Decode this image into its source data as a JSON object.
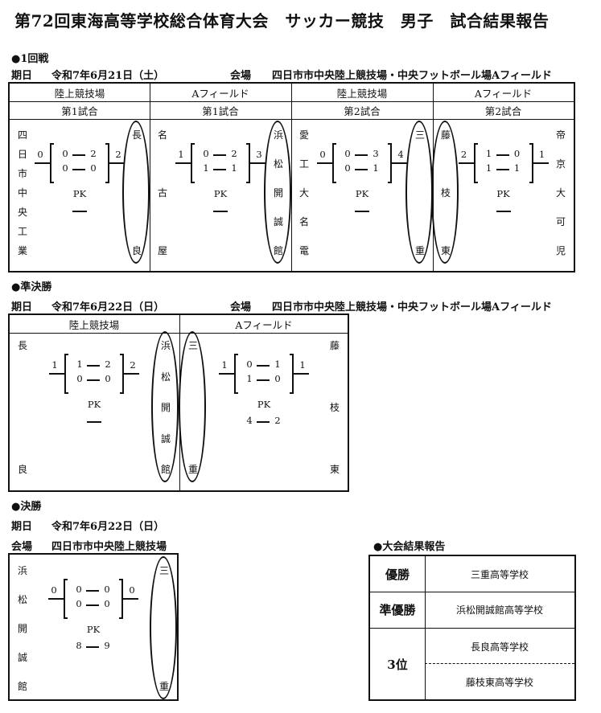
{
  "title": "第72回東海高等学校総合体育大会　サッカー競技　男子　試合結果報告",
  "round1": {
    "heading": "●1回戦",
    "date_label": "期日",
    "date": "令和7年6月21日（土）",
    "venue_label": "会場",
    "venue": "四日市市中央陸上競技場・中央フットボール場Aフィールド",
    "columns": [
      {
        "venue": "陸上競技場",
        "match": "第1試合"
      },
      {
        "venue": "Aフィールド",
        "match": "第1試合"
      },
      {
        "venue": "陸上競技場",
        "match": "第2試合"
      },
      {
        "venue": "Aフィールド",
        "match": "第2試合"
      }
    ],
    "matches": [
      {
        "left": [
          "四",
          "日",
          "市",
          "中",
          "央",
          "工",
          "業"
        ],
        "right": [
          "長",
          "良"
        ],
        "ls": "0",
        "rs": "2",
        "h1": [
          "0",
          "2"
        ],
        "h2": [
          "0",
          "0"
        ],
        "pk": "PK",
        "pkl": "",
        "pkr": ""
      },
      {
        "left": [
          "名",
          "古",
          "屋"
        ],
        "right": [
          "浜",
          "松",
          "開",
          "誠",
          "館"
        ],
        "ls": "1",
        "rs": "3",
        "h1": [
          "0",
          "2"
        ],
        "h2": [
          "1",
          "1"
        ],
        "pk": "PK",
        "pkl": "",
        "pkr": ""
      },
      {
        "left": [
          "愛",
          "工",
          "大",
          "名",
          "電"
        ],
        "right": [
          "三",
          "重"
        ],
        "ls": "0",
        "rs": "4",
        "h1": [
          "0",
          "3"
        ],
        "h2": [
          "0",
          "1"
        ],
        "pk": "PK",
        "pkl": "",
        "pkr": ""
      },
      {
        "left": [
          "藤",
          "枝",
          "東"
        ],
        "right": [
          "帝",
          "京",
          "大",
          "可",
          "児"
        ],
        "ls": "2",
        "rs": "1",
        "h1": [
          "1",
          "0"
        ],
        "h2": [
          "1",
          "1"
        ],
        "pk": "PK",
        "pkl": "",
        "pkr": ""
      }
    ]
  },
  "semi": {
    "heading": "●準決勝",
    "date_label": "期日",
    "date": "令和7年6月22日（日）",
    "venue_label": "会場",
    "venue": "四日市市中央陸上競技場・中央フットボール場Aフィールド",
    "columns": [
      {
        "venue": "陸上競技場"
      },
      {
        "venue": "Aフィールド"
      }
    ],
    "matches": [
      {
        "left": [
          "長",
          "良"
        ],
        "right": [
          "浜",
          "松",
          "開",
          "誠",
          "館"
        ],
        "ls": "1",
        "rs": "2",
        "h1": [
          "1",
          "2"
        ],
        "h2": [
          "0",
          "0"
        ],
        "pk": "PK",
        "pkl": "",
        "pkr": ""
      },
      {
        "left": [
          "三",
          "重"
        ],
        "right": [
          "藤",
          "枝",
          "東"
        ],
        "ls": "1",
        "rs": "1",
        "h1": [
          "0",
          "1"
        ],
        "h2": [
          "1",
          "0"
        ],
        "pk": "PK",
        "pkl": "4",
        "pkr": "2"
      }
    ]
  },
  "final": {
    "heading": "●決勝",
    "date_label": "期日",
    "date": "令和7年6月22日（日）",
    "venue_label": "会場",
    "venue": "四日市市中央陸上競技場",
    "match": {
      "left": [
        "浜",
        "松",
        "開",
        "誠",
        "館"
      ],
      "right": [
        "三",
        "重"
      ],
      "ls": "0",
      "rs": "0",
      "h1": [
        "0",
        "0"
      ],
      "h2": [
        "0",
        "0"
      ],
      "pk": "PK",
      "pkl": "8",
      "pkr": "9"
    }
  },
  "results": {
    "heading": "●大会結果報告",
    "rows": [
      {
        "label": "優勝",
        "value": "三重高等学校"
      },
      {
        "label": "準優勝",
        "value": "浜松開誠館高等学校"
      },
      {
        "label": "3位",
        "value": "長良高等学校"
      },
      {
        "label": "",
        "value": "藤枝東高等学校"
      }
    ]
  }
}
